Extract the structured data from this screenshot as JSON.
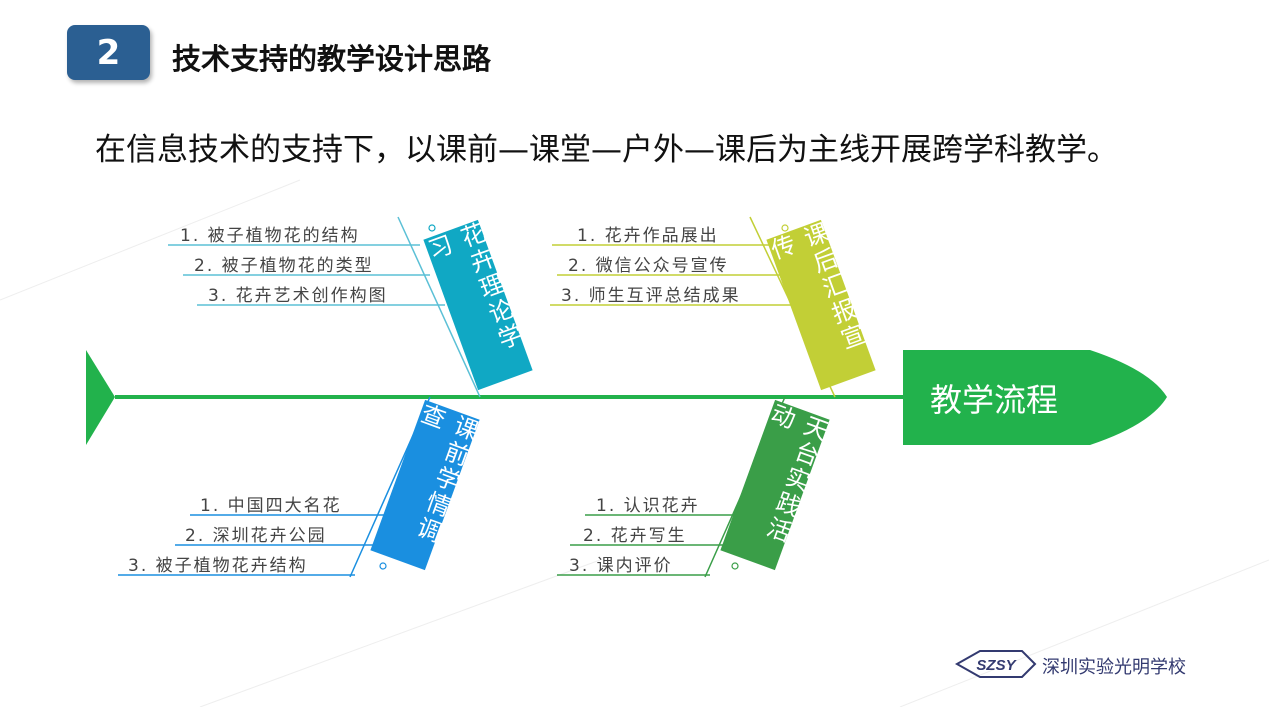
{
  "header": {
    "number": "2",
    "title": "技术支持的教学设计思路"
  },
  "subtitle": "在信息技术的支持下，以课前—课堂—户外—课后为主线开展跨学科教学。",
  "diagram": {
    "head": "教学流程",
    "branches": [
      {
        "label": "花卉理论学习",
        "color": "#10a8c4",
        "items": [
          "1. 被子植物花的结构",
          "2. 被子植物花的类型",
          "3. 花卉艺术创作构图"
        ]
      },
      {
        "label": "课后汇报宣传",
        "color": "#c2cf36",
        "items": [
          "1. 花卉作品展出",
          "2. 微信公众号宣传",
          "3. 师生互评总结成果"
        ]
      },
      {
        "label": "课前学情调查",
        "color": "#1a8fe0",
        "items": [
          "1. 中国四大名花",
          "2. 深圳花卉公园",
          "3. 被子植物花卉结构"
        ]
      },
      {
        "label": "天台实践活动",
        "color": "#3a9e48",
        "items": [
          "1. 认识花卉",
          "2. 花卉写生",
          "3. 课内评价"
        ]
      }
    ]
  },
  "logo": {
    "mark": "SZSY",
    "name": "深圳实验光明学校"
  }
}
